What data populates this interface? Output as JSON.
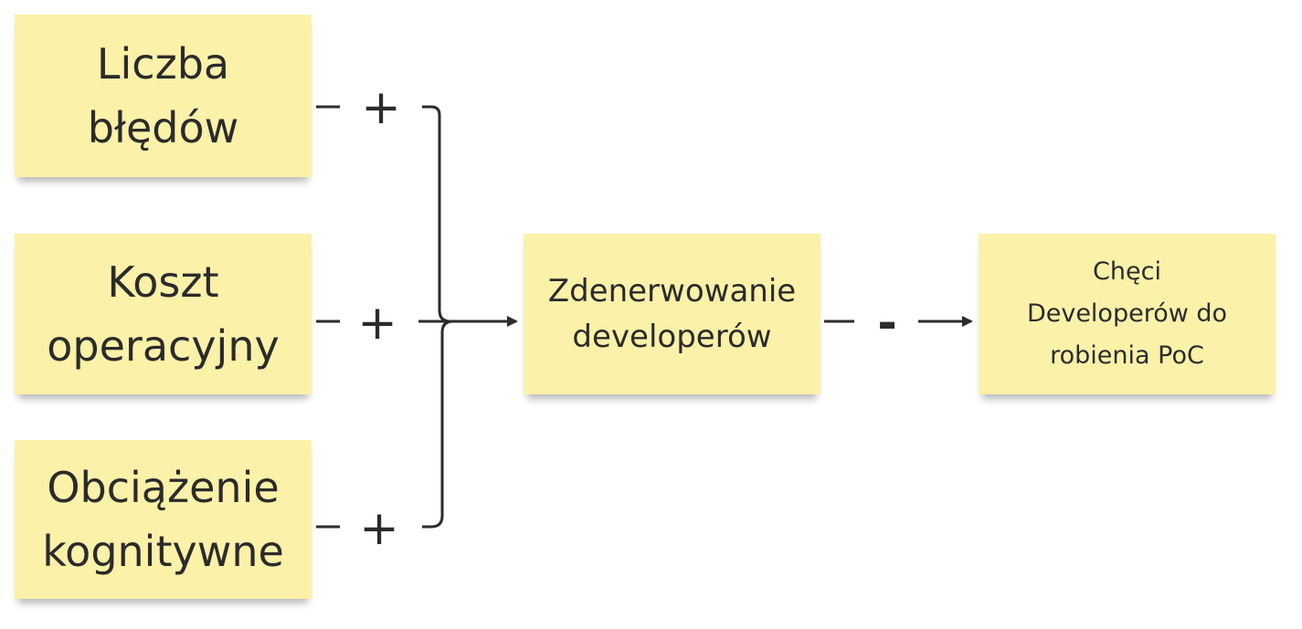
{
  "colors": {
    "note_fill": "#fbf1a9",
    "line": "#2b2b2b",
    "background": "#ffffff"
  },
  "notes": {
    "bugs": {
      "line1": "Liczba",
      "line2": "błędów"
    },
    "cost": {
      "line1": "Koszt",
      "line2": "operacyjny"
    },
    "load": {
      "line1": "Obciążenie",
      "line2": "kognitywne"
    },
    "frustration": {
      "line1": "Zdenerwowanie",
      "line2": "developerów"
    },
    "willingness": {
      "line1": "Chęci",
      "line2": "Developerów do",
      "line3": "robienia PoC"
    }
  },
  "edges": {
    "bugs_sign": "+",
    "cost_sign": "+",
    "load_sign": "+",
    "frustration_sign": "-"
  }
}
